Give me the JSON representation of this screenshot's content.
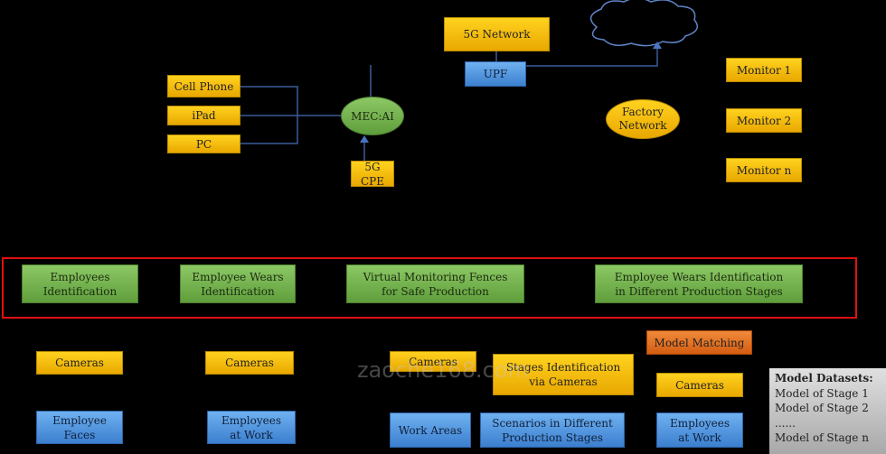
{
  "top": {
    "network": "5G Network",
    "upf": "UPF",
    "cell_phone": "Cell Phone",
    "ipad": "iPad",
    "pc": "PC",
    "mec": "MEC:AI",
    "cpe": "5G CPE",
    "factory": "Factory\nNetwork",
    "monitors": [
      "Monitor 1",
      "Monitor 2",
      "Monitor n"
    ]
  },
  "scenarios": [
    "Employees\nIdentification",
    "Employee Wears\nIdentification",
    "Virtual Monitoring Fences\nfor Safe Production",
    "Employee Wears Identification\nin Different Production Stages"
  ],
  "middle": {
    "cameras": "Cameras",
    "stages": "Stages Identification\nvia Cameras",
    "model_matching": "Model Matching"
  },
  "bottom": [
    "Employee\nFaces",
    "Employees\nat Work",
    "Work Areas",
    "Scenarios in Different\nProduction Stages",
    "Employees\nat Work"
  ],
  "datasets": {
    "title": "Model Datasets:",
    "items": [
      "Model of Stage 1",
      "Model of Stage 2",
      "......",
      "Model of Stage n"
    ]
  },
  "watermark": "zaoche168.com"
}
